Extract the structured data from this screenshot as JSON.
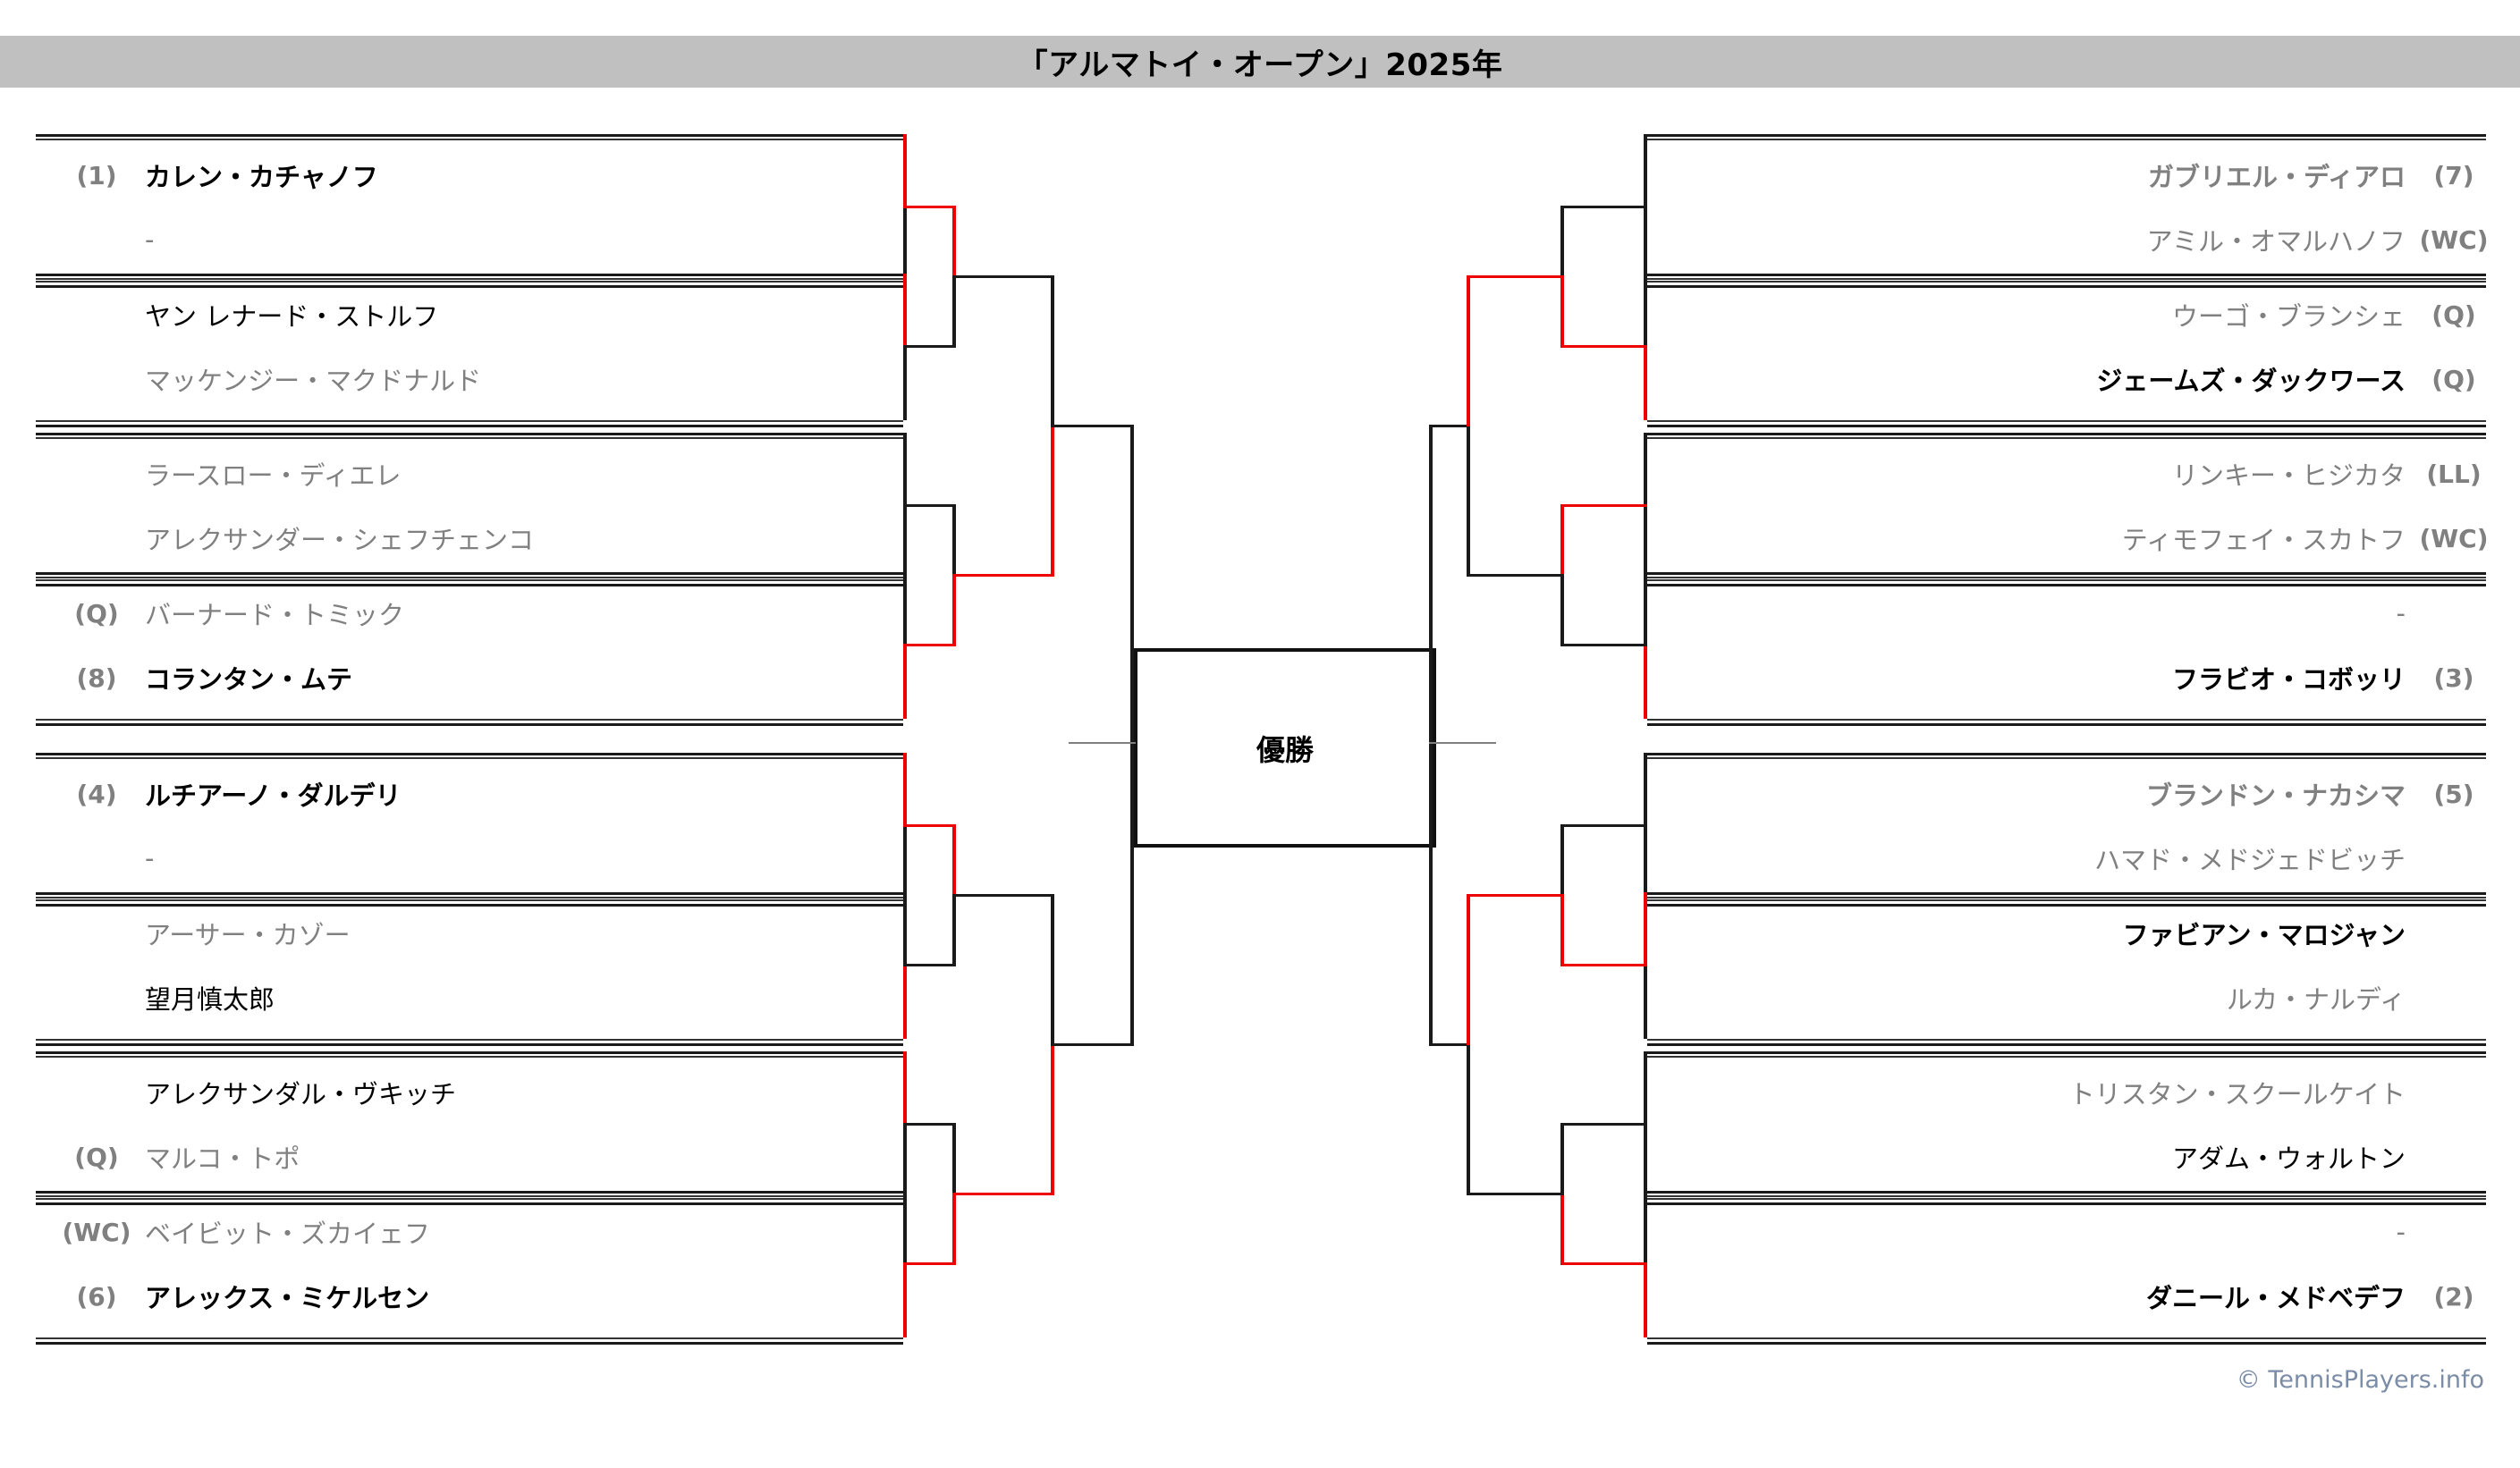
{
  "header": {
    "title": "「アルマトイ・オープン」2025年"
  },
  "center": {
    "champion_label": "優勝"
  },
  "footer": {
    "copyright": "© TennisPlayers.info"
  },
  "colors": {
    "title_bar_bg": "#c0c0c0",
    "winner_path": "#ee0000",
    "line": "#1a1a1a",
    "loser_text": "#808080",
    "winner_text": "#000000",
    "footer_text": "#7b8ca6"
  },
  "bracket": {
    "left": [
      {
        "seed": "(1)",
        "name": "カレン・カチャノフ",
        "style": "win"
      },
      {
        "seed": "",
        "name": "-",
        "style": "dash"
      },
      {
        "seed": "",
        "name": "ヤン レナード・ストルフ",
        "style": "plain"
      },
      {
        "seed": "",
        "name": "マッケンジー・マクドナルド",
        "style": "lose"
      },
      {
        "seed": "",
        "name": "ラースロー・ディエレ",
        "style": "lose"
      },
      {
        "seed": "",
        "name": "アレクサンダー・シェフチェンコ",
        "style": "lose"
      },
      {
        "seed": "(Q)",
        "name": "バーナード・トミック",
        "style": "lose"
      },
      {
        "seed": "(8)",
        "name": "コランタン・ムテ",
        "style": "win"
      },
      {
        "seed": "(4)",
        "name": "ルチアーノ・ダルデリ",
        "style": "win"
      },
      {
        "seed": "",
        "name": "-",
        "style": "dash"
      },
      {
        "seed": "",
        "name": "アーサー・カゾー",
        "style": "lose"
      },
      {
        "seed": "",
        "name": "望月慎太郎",
        "style": "plain"
      },
      {
        "seed": "",
        "name": "アレクサンダル・ヴキッチ",
        "style": "plain"
      },
      {
        "seed": "(Q)",
        "name": "マルコ・トポ",
        "style": "lose"
      },
      {
        "seed": "(WC)",
        "name": "ベイビット・ズカイェフ",
        "style": "lose"
      },
      {
        "seed": "(6)",
        "name": "アレックス・ミケルセン",
        "style": "win"
      }
    ],
    "right": [
      {
        "seed": "(7)",
        "name": "ガブリエル・ディアロ",
        "style": "loseb"
      },
      {
        "seed": "(WC)",
        "name": "アミル・オマルハノフ",
        "style": "lose"
      },
      {
        "seed": "(Q)",
        "name": "ウーゴ・ブランシェ",
        "style": "lose"
      },
      {
        "seed": "(Q)",
        "name": "ジェームズ・ダックワース",
        "style": "win"
      },
      {
        "seed": "(LL)",
        "name": "リンキー・ヒジカタ",
        "style": "lose"
      },
      {
        "seed": "(WC)",
        "name": "ティモフェイ・スカトフ",
        "style": "lose"
      },
      {
        "seed": "",
        "name": "-",
        "style": "dash"
      },
      {
        "seed": "(3)",
        "name": "フラビオ・コボッリ",
        "style": "win"
      },
      {
        "seed": "(5)",
        "name": "ブランドン・ナカシマ",
        "style": "loseb"
      },
      {
        "seed": "",
        "name": "ハマド・メドジェドビッチ",
        "style": "lose"
      },
      {
        "seed": "",
        "name": "ファビアン・マロジャン",
        "style": "win"
      },
      {
        "seed": "",
        "name": "ルカ・ナルディ",
        "style": "lose"
      },
      {
        "seed": "",
        "name": "トリスタン・スクールケイト",
        "style": "lose"
      },
      {
        "seed": "",
        "name": "アダム・ウォルトン",
        "style": "plain"
      },
      {
        "seed": "",
        "name": "-",
        "style": "dash"
      },
      {
        "seed": "(2)",
        "name": "ダニール・メドベデフ",
        "style": "win"
      }
    ]
  }
}
